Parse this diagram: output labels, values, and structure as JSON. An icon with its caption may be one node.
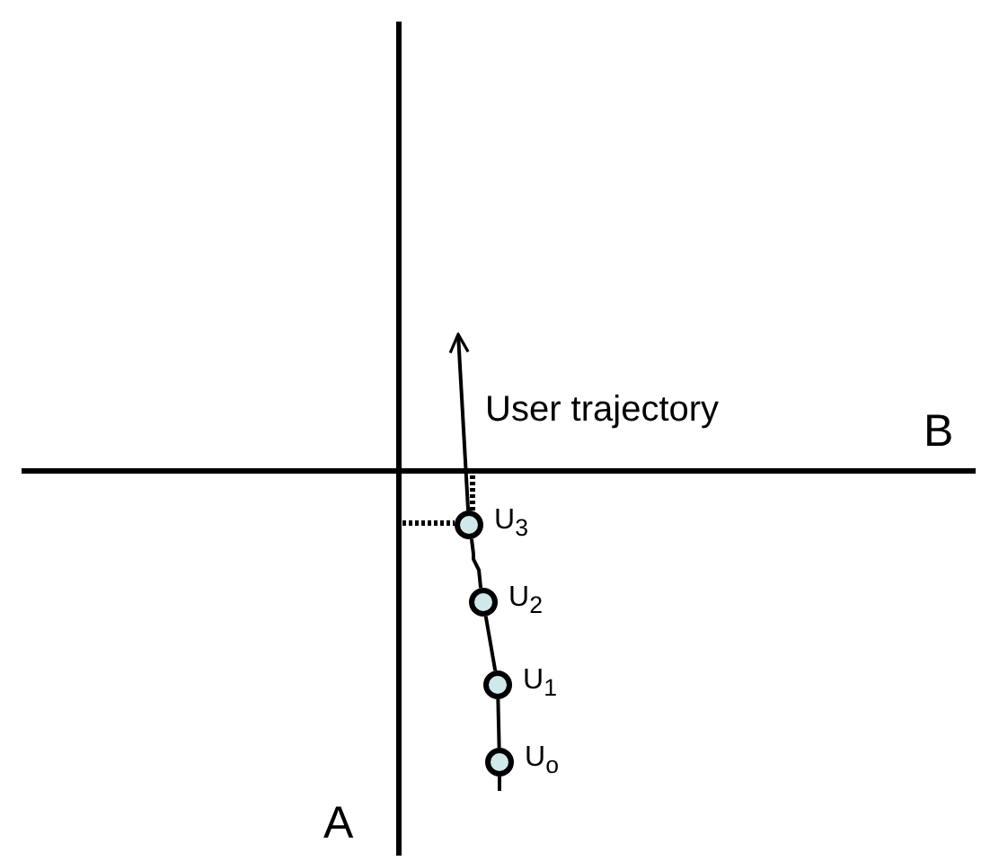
{
  "diagram": {
    "nodes": [
      {
        "text": [],
        "shape": "circle",
        "beside": [
          "U$_{3}$"
        ]
      },
      {
        "text": [],
        "shape": "circle",
        "beside": [
          "U$_{2}$"
        ]
      },
      {
        "text": [],
        "shape": "circle",
        "beside": [
          "U$_{1}$"
        ]
      },
      {
        "text": [],
        "shape": "circle",
        "beside": [
          "U$_{o}$"
        ]
      }
    ],
    "edges": [
      {
        "from": null,
        "to": 3,
        "arrow": "none"
      },
      {
        "from": 3,
        "to": 2,
        "arrow": "none"
      },
      {
        "from": 2,
        "to": 1,
        "arrow": "none"
      },
      {
        "from": 1,
        "to": 0,
        "arrow": "none"
      },
      {
        "from": 0,
        "to": null,
        "arrow": "to"
      }
    ],
    "labels": [
      "User trajectory",
      "B",
      "A"
    ]
  }
}
